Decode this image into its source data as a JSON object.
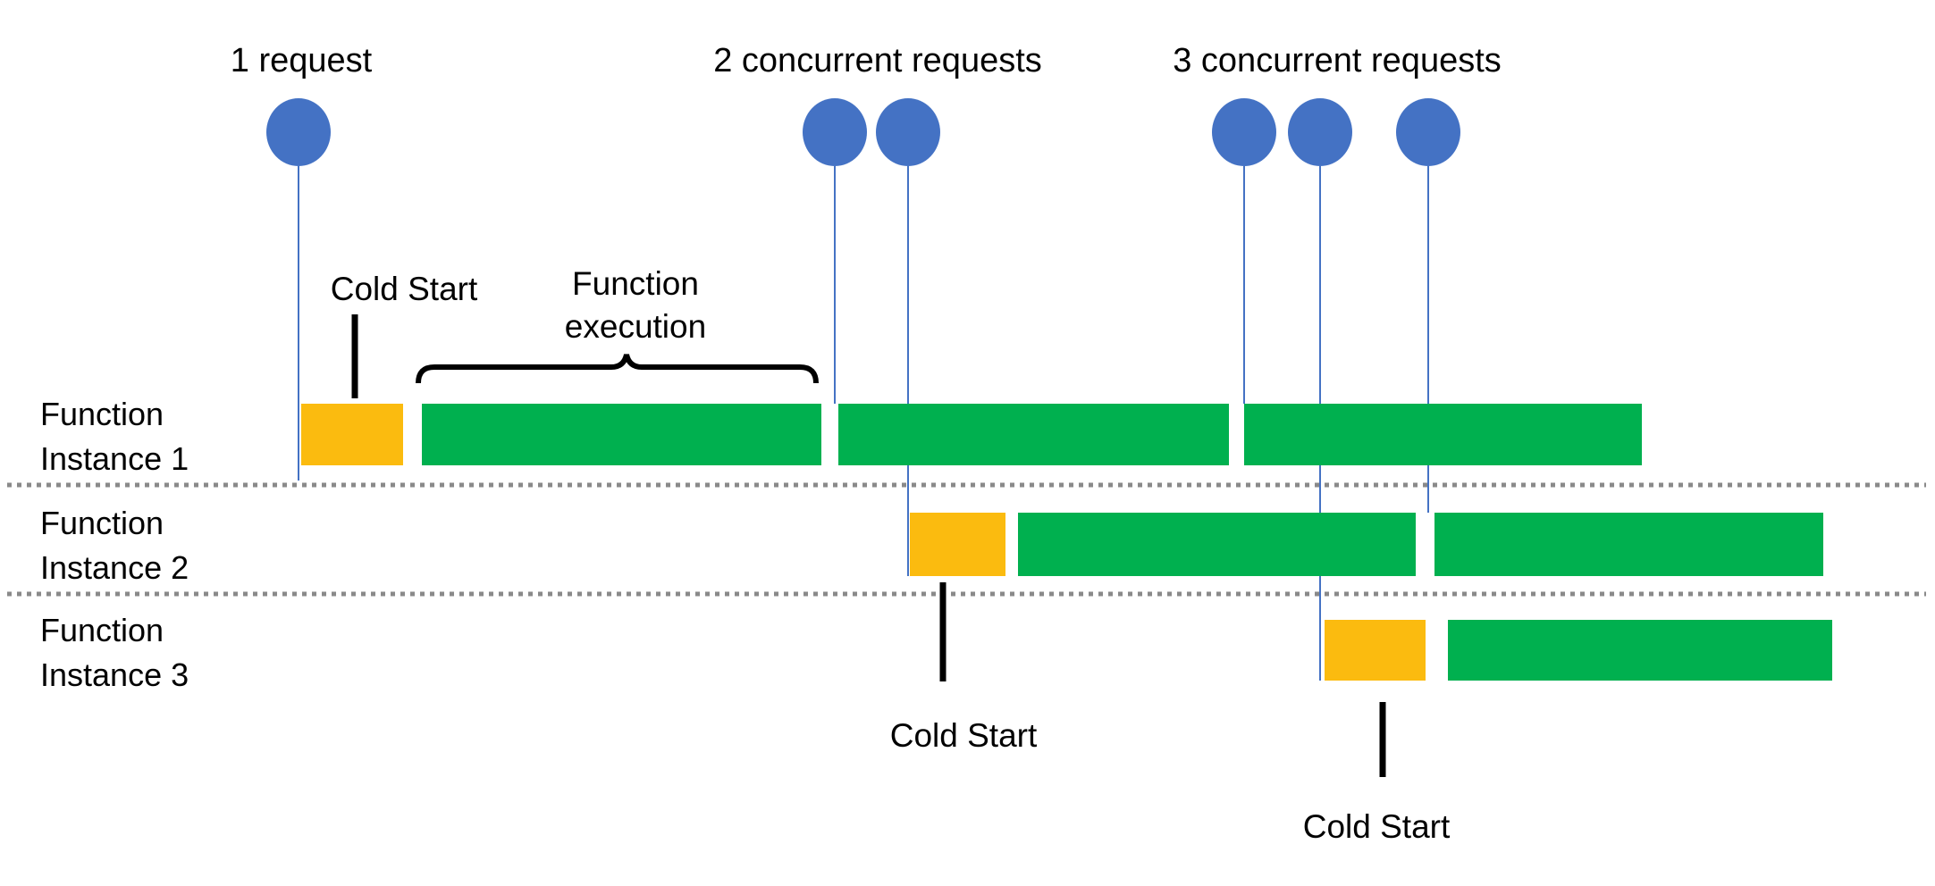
{
  "colors": {
    "execution_green": "#00B04F",
    "cold_start_orange": "#FBBB0F",
    "request_blue": "#4472C4",
    "divider_gray": "#8A8A8A",
    "text_black": "#000000"
  },
  "request_groups": [
    {
      "label": "1 request",
      "request_count": 1
    },
    {
      "label": "2 concurrent requests",
      "request_count": 2
    },
    {
      "label": "3 concurrent requests",
      "request_count": 3
    }
  ],
  "annotations": {
    "cold_start_1": "Cold Start",
    "cold_start_2": "Cold Start",
    "cold_start_3": "Cold Start",
    "function_execution_line1": "Function",
    "function_execution_line2": "execution"
  },
  "instances": [
    {
      "name_line1": "Function",
      "name_line2": "Instance 1",
      "bars": [
        {
          "type": "cold_start"
        },
        {
          "type": "execution"
        },
        {
          "type": "execution"
        },
        {
          "type": "execution"
        }
      ]
    },
    {
      "name_line1": "Function",
      "name_line2": "Instance 2",
      "bars": [
        {
          "type": "cold_start"
        },
        {
          "type": "execution"
        },
        {
          "type": "execution"
        }
      ]
    },
    {
      "name_line1": "Function",
      "name_line2": "Instance 3",
      "bars": [
        {
          "type": "cold_start"
        },
        {
          "type": "execution"
        }
      ]
    }
  ]
}
